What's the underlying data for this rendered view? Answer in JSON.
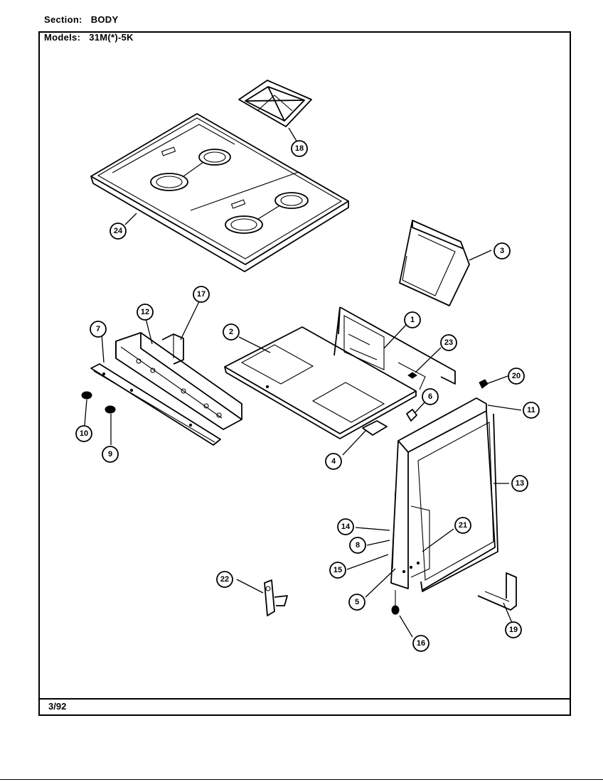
{
  "header": {
    "section_label": "Section:",
    "section_value": "BODY",
    "models_label": "Models:",
    "models_value": "31M(*)-5K"
  },
  "footer": {
    "date_code": "3/92"
  },
  "callouts": [
    {
      "id": "18",
      "label": "18"
    },
    {
      "id": "24",
      "label": "24"
    },
    {
      "id": "3",
      "label": "3"
    },
    {
      "id": "17",
      "label": "17"
    },
    {
      "id": "12",
      "label": "12"
    },
    {
      "id": "7",
      "label": "7"
    },
    {
      "id": "1",
      "label": "1"
    },
    {
      "id": "2",
      "label": "2"
    },
    {
      "id": "23",
      "label": "23"
    },
    {
      "id": "20",
      "label": "20"
    },
    {
      "id": "6",
      "label": "6"
    },
    {
      "id": "11",
      "label": "11"
    },
    {
      "id": "10",
      "label": "10"
    },
    {
      "id": "9",
      "label": "9"
    },
    {
      "id": "4",
      "label": "4"
    },
    {
      "id": "13",
      "label": "13"
    },
    {
      "id": "14",
      "label": "14"
    },
    {
      "id": "21",
      "label": "21"
    },
    {
      "id": "8",
      "label": "8"
    },
    {
      "id": "15",
      "label": "15"
    },
    {
      "id": "22",
      "label": "22"
    },
    {
      "id": "5",
      "label": "5"
    },
    {
      "id": "16",
      "label": "16"
    },
    {
      "id": "19",
      "label": "19"
    }
  ]
}
